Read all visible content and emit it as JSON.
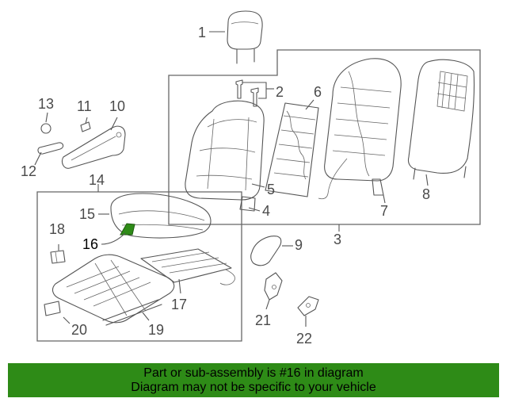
{
  "diagram": {
    "callouts": [
      "1",
      "2",
      "3",
      "4",
      "5",
      "6",
      "7",
      "8",
      "9",
      "10",
      "11",
      "12",
      "13",
      "14",
      "15",
      "16",
      "17",
      "18",
      "19",
      "20",
      "21",
      "22"
    ],
    "highlighted_callout": "16"
  },
  "banner": {
    "line1": "Part or sub-assembly is #16 in diagram",
    "line2": "Diagram may not be specific to your vehicle"
  },
  "colors": {
    "banner_bg": "#2e8b17",
    "highlight_part": "#2e8b17",
    "line_art": "#555555"
  }
}
